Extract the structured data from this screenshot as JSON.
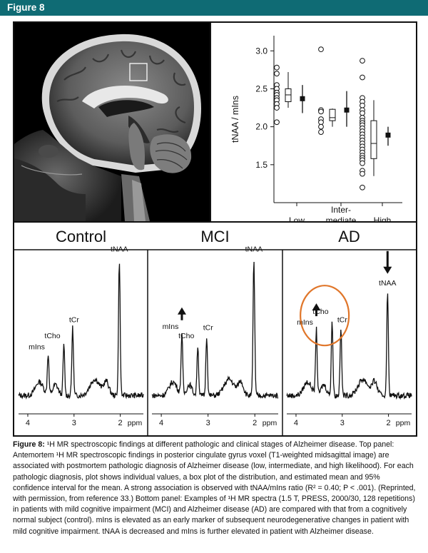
{
  "header": {
    "title": "Figure 8"
  },
  "chart_data": {
    "type": "scatter",
    "ylabel": "tNAA / mIns",
    "ylim": [
      1.0,
      3.2
    ],
    "yticks": [
      "1.5",
      "2.0",
      "2.5",
      "3.0"
    ],
    "categories": [
      "Low",
      "Inter-\nmediate",
      "High"
    ],
    "points": {
      "Low": [
        2.78,
        2.7,
        2.55,
        2.5,
        2.45,
        2.42,
        2.38,
        2.35,
        2.3,
        2.25,
        2.06
      ],
      "Inter-\nmediate": [
        3.02,
        2.22,
        2.2,
        2.1,
        2.06,
        2.0,
        1.93
      ],
      "High": [
        2.87,
        2.65,
        2.38,
        2.33,
        2.28,
        2.22,
        2.18,
        2.12,
        2.08,
        2.05,
        2.02,
        1.98,
        1.94,
        1.9,
        1.86,
        1.82,
        1.78,
        1.74,
        1.7,
        1.66,
        1.62,
        1.59,
        1.56,
        1.52,
        1.42,
        1.38,
        1.2
      ]
    },
    "boxes": [
      {
        "category": "Low",
        "q1": 2.33,
        "median": 2.42,
        "q3": 2.5,
        "lo": 2.25,
        "hi": 2.72
      },
      {
        "category": "Inter-\nmediate",
        "q1": 2.08,
        "median": 2.12,
        "q3": 2.23,
        "lo": 2.0,
        "hi": 2.24
      },
      {
        "category": "High",
        "q1": 1.58,
        "median": 1.78,
        "q3": 2.08,
        "lo": 1.35,
        "hi": 2.35
      }
    ],
    "means": [
      {
        "category": "Low",
        "mean": 2.37,
        "ci": [
          2.18,
          2.55
        ]
      },
      {
        "category": "Inter-\nmediate",
        "mean": 2.22,
        "ci": [
          2.0,
          2.47
        ]
      },
      {
        "category": "High",
        "mean": 1.89,
        "ci": [
          1.75,
          2.0
        ]
      }
    ]
  },
  "spectra": {
    "panels": [
      {
        "title": "Control",
        "peaks": [
          {
            "ppm": 3.56,
            "h": 0.3
          },
          {
            "ppm": 3.22,
            "h": 0.37
          },
          {
            "ppm": 3.03,
            "h": 0.5
          },
          {
            "ppm": 2.02,
            "h": 1.0
          }
        ],
        "labels": [
          "mIns",
          "tCho",
          "tCr",
          "tNAA"
        ],
        "arrows": []
      },
      {
        "title": "MCI",
        "peaks": [
          {
            "ppm": 3.56,
            "h": 0.45
          },
          {
            "ppm": 3.22,
            "h": 0.37
          },
          {
            "ppm": 3.03,
            "h": 0.44
          },
          {
            "ppm": 2.02,
            "h": 1.0
          }
        ],
        "labels": [
          "mIns",
          "tCho",
          "tCr",
          "tNAA"
        ],
        "arrows": [
          {
            "ppm": 3.56,
            "dir": "up"
          }
        ]
      },
      {
        "title": "AD",
        "peaks": [
          {
            "ppm": 3.56,
            "h": 0.48
          },
          {
            "ppm": 3.22,
            "h": 0.55
          },
          {
            "ppm": 3.03,
            "h": 0.5
          },
          {
            "ppm": 2.02,
            "h": 0.75
          }
        ],
        "labels": [
          "mIns",
          "tCho",
          "tCr",
          "tNAA"
        ],
        "arrows": [
          {
            "ppm": 3.56,
            "dir": "up"
          },
          {
            "ppm": 2.02,
            "dir": "down"
          }
        ],
        "highlight": true
      }
    ],
    "xticks": [
      "4",
      "3",
      "2"
    ],
    "xunit": "ppm",
    "colors": {
      "highlight": "#e0762a"
    }
  },
  "caption": {
    "label": "Figure 8:",
    "text": "¹H MR spectroscopic findings at different pathologic and clinical stages of Alzheimer disease. Top panel: Antemortem ¹H MR spectroscopic findings in posterior cingulate gyrus voxel (T1-weighted midsagittal image) are associated with postmortem pathologic diagnosis of Alzheimer disease (low, intermediate, and high likelihood). For each pathologic diagnosis, plot shows individual values, a box plot of the distribution, and estimated mean and 95% confidence interval for the mean. A strong association is observed with tNAA/mIns ratio (R² = 0.40; P < .001). (Reprinted, with permission, from reference 33.) Bottom panel: Examples of ¹H MR spectra (1.5 T, PRESS, 2000/30, 128 repetitions) in patients with mild cognitive impairment (MCI) and Alzheimer disease (AD) are compared with that from a cognitively normal subject (control). mIns is elevated as an early marker of subsequent neurodegenerative changes in patient with mild cognitive impairment. tNAA is decreased and mIns is further elevated in patient with Alzheimer disease."
  }
}
